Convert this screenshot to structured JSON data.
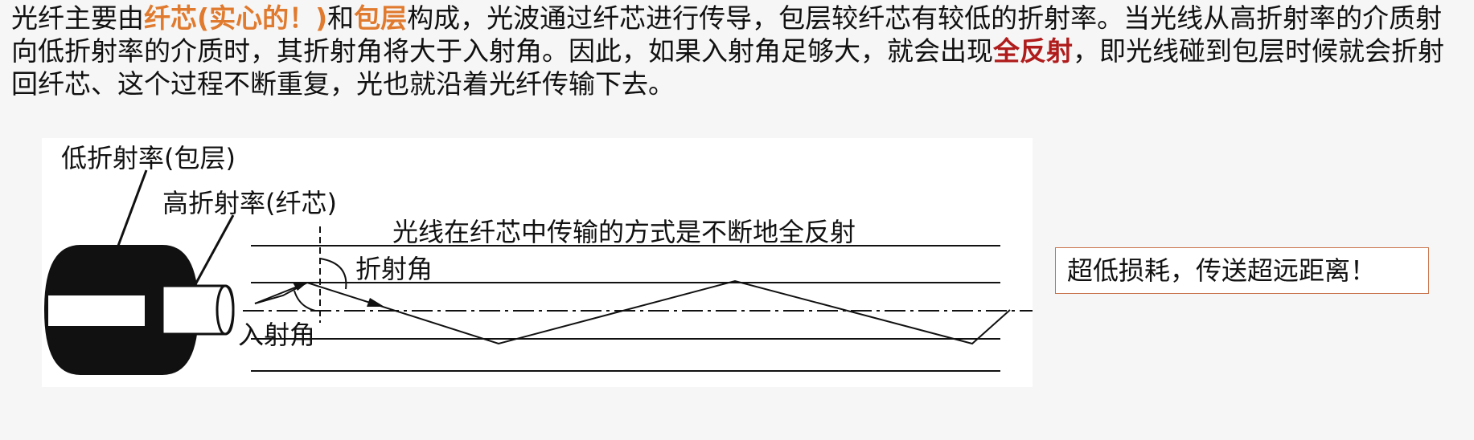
{
  "paragraph": {
    "seg1": "光纤主要由",
    "seg2": "纤芯(实心的！)",
    "seg3": "和",
    "seg4": "包层",
    "seg5": "构成，光波通过纤芯进行传导，包层较纤芯有较低的折射率。当光线从高折射率的介质射向低折射率的介质时，其折射角将大于入射角。因此，如果入射角足够大，就会出现",
    "seg6": "全反射",
    "seg7": "，即光线碰到包层时候就会折射回纤芯、这个过程不断重复，光也就沿着光纤传输下去。"
  },
  "diagram": {
    "cladding_label": "低折射率(包层)",
    "core_label": "高折射率(纤芯)",
    "title": "光线在纤芯中传输的方式是不断地全反射",
    "refraction_angle_label": "折射角",
    "incidence_angle_label": "入射角"
  },
  "callout": {
    "text": "超低损耗，传送超远距离！"
  },
  "colors": {
    "highlight_orange": "#e07a2e",
    "highlight_red": "#b01c1c",
    "callout_border": "#c8734a"
  }
}
